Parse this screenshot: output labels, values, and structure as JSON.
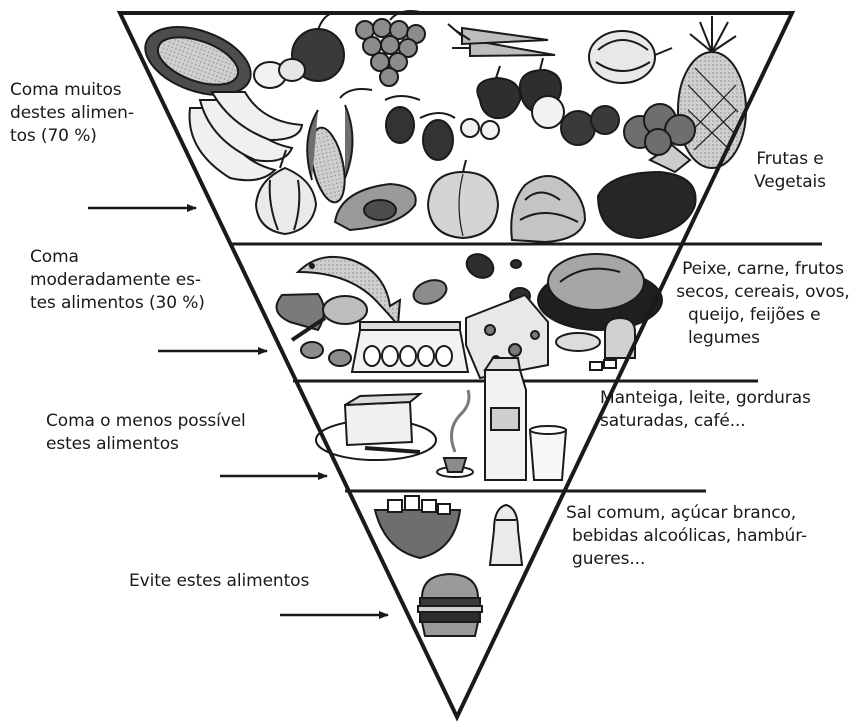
{
  "tiers": [
    {
      "id": "fruits-vegetables",
      "instruction": [
        "Coma muitos",
        "destes alimen-",
        "tos (70 %)"
      ],
      "category": [
        "Frutas e",
        "Vegetais"
      ]
    },
    {
      "id": "proteins",
      "instruction": [
        "Coma",
        "moderadamente es-",
        "tes alimentos (30 %)"
      ],
      "category": [
        "Peixe, carne, frutos",
        "secos, cereais, ovos,",
        "queijo, feijões e",
        "legumes"
      ]
    },
    {
      "id": "fats-dairy",
      "instruction": [
        "Coma o menos possível",
        "estes alimentos"
      ],
      "category": [
        "Manteiga, leite, gorduras",
        "saturadas, café..."
      ]
    },
    {
      "id": "avoid",
      "instruction": [
        "Evite estes alimentos"
      ],
      "category": [
        "Sal comum, açúcar branco,",
        "bebidas alcoólicas, hambúr-",
        "gueres..."
      ]
    }
  ],
  "colors": {
    "ink": "#1a1a1a",
    "fill_light": "#d9d9d9",
    "fill_mid": "#a6a6a6",
    "fill_dark": "#4d4d4d"
  },
  "icons": {
    "tier1": [
      "melon-icon",
      "apple-icon",
      "grapes-icon",
      "carrot-icon",
      "onion-icon",
      "pineapple-icon",
      "banana-icon",
      "corn-icon",
      "berries-icon",
      "pepper-icon",
      "tomato-icon",
      "broccoli-icon",
      "avocado-icon",
      "peach-icon",
      "lettuce-icon",
      "eggplant-icon"
    ],
    "tier2": [
      "fish-icon",
      "steak-icon",
      "chicken-leg-icon",
      "nuts-icon",
      "beans-icon",
      "egg-carton-icon",
      "cheese-icon",
      "roast-turkey-icon",
      "bread-icon"
    ],
    "tier3": [
      "butter-icon",
      "milk-carton-icon",
      "glass-of-milk-icon",
      "coffee-cup-icon"
    ],
    "tier4": [
      "sugar-bowl-icon",
      "salt-shaker-icon",
      "hamburger-icon"
    ]
  }
}
